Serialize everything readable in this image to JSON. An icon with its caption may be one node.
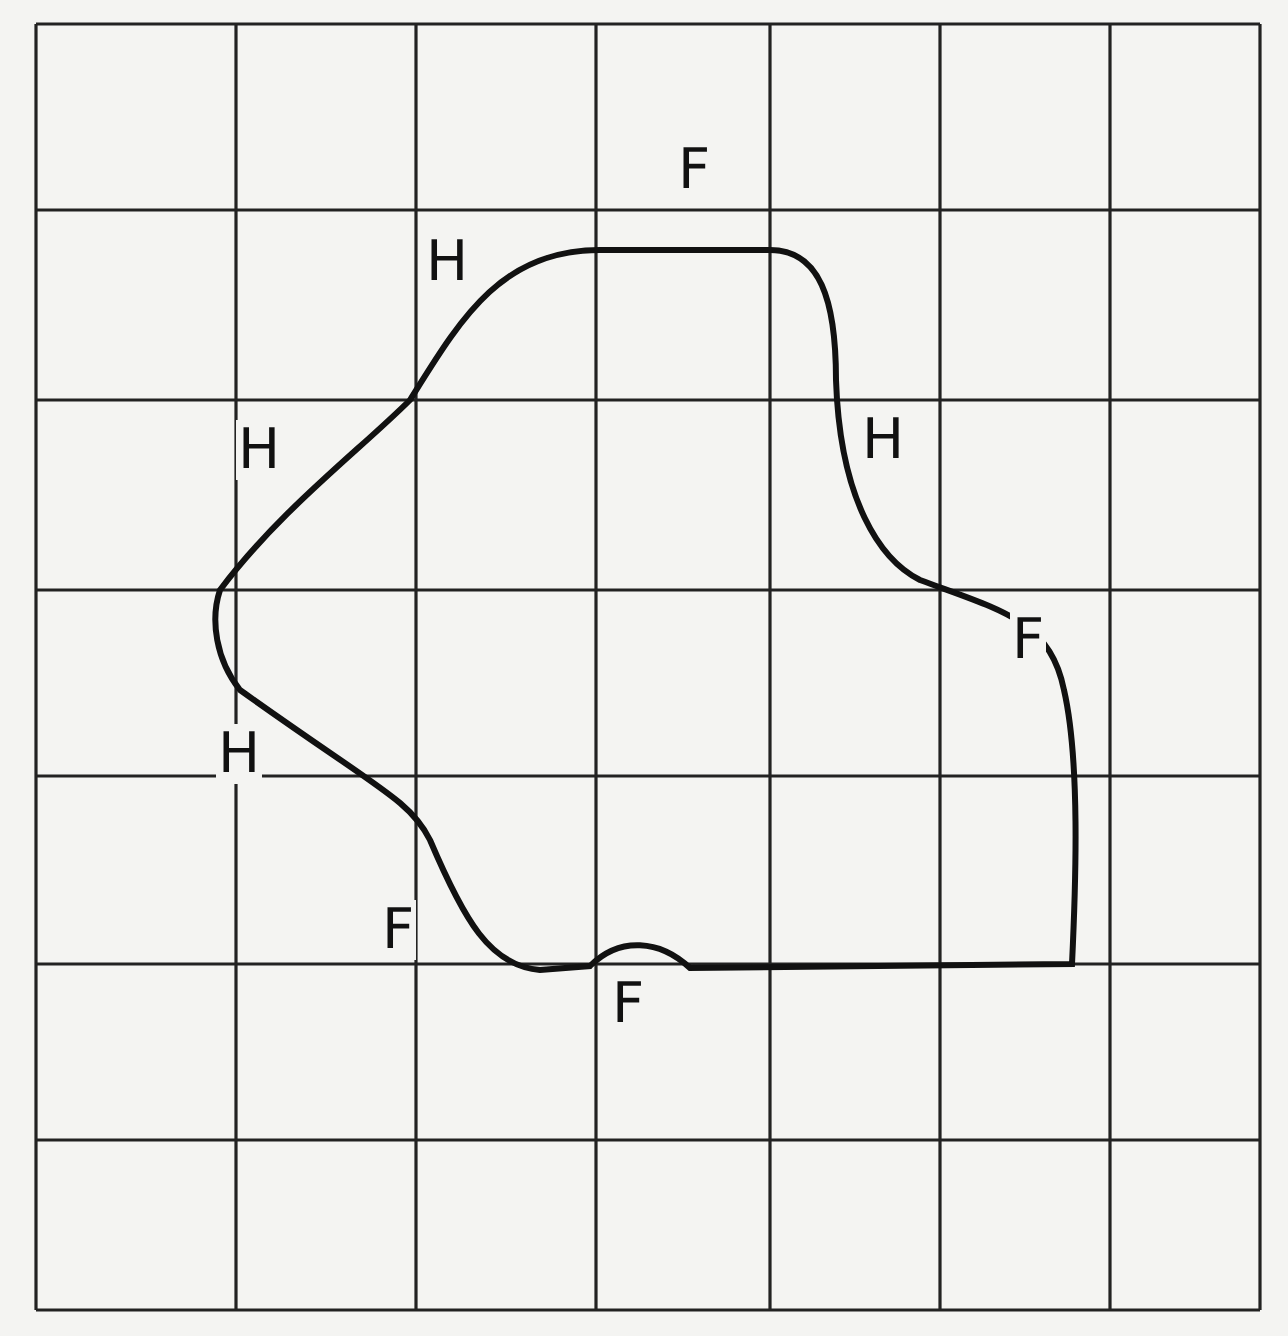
{
  "diagram": {
    "labels": [
      "F",
      "H",
      "H",
      "H",
      "F",
      "H",
      "F",
      "F"
    ]
  }
}
